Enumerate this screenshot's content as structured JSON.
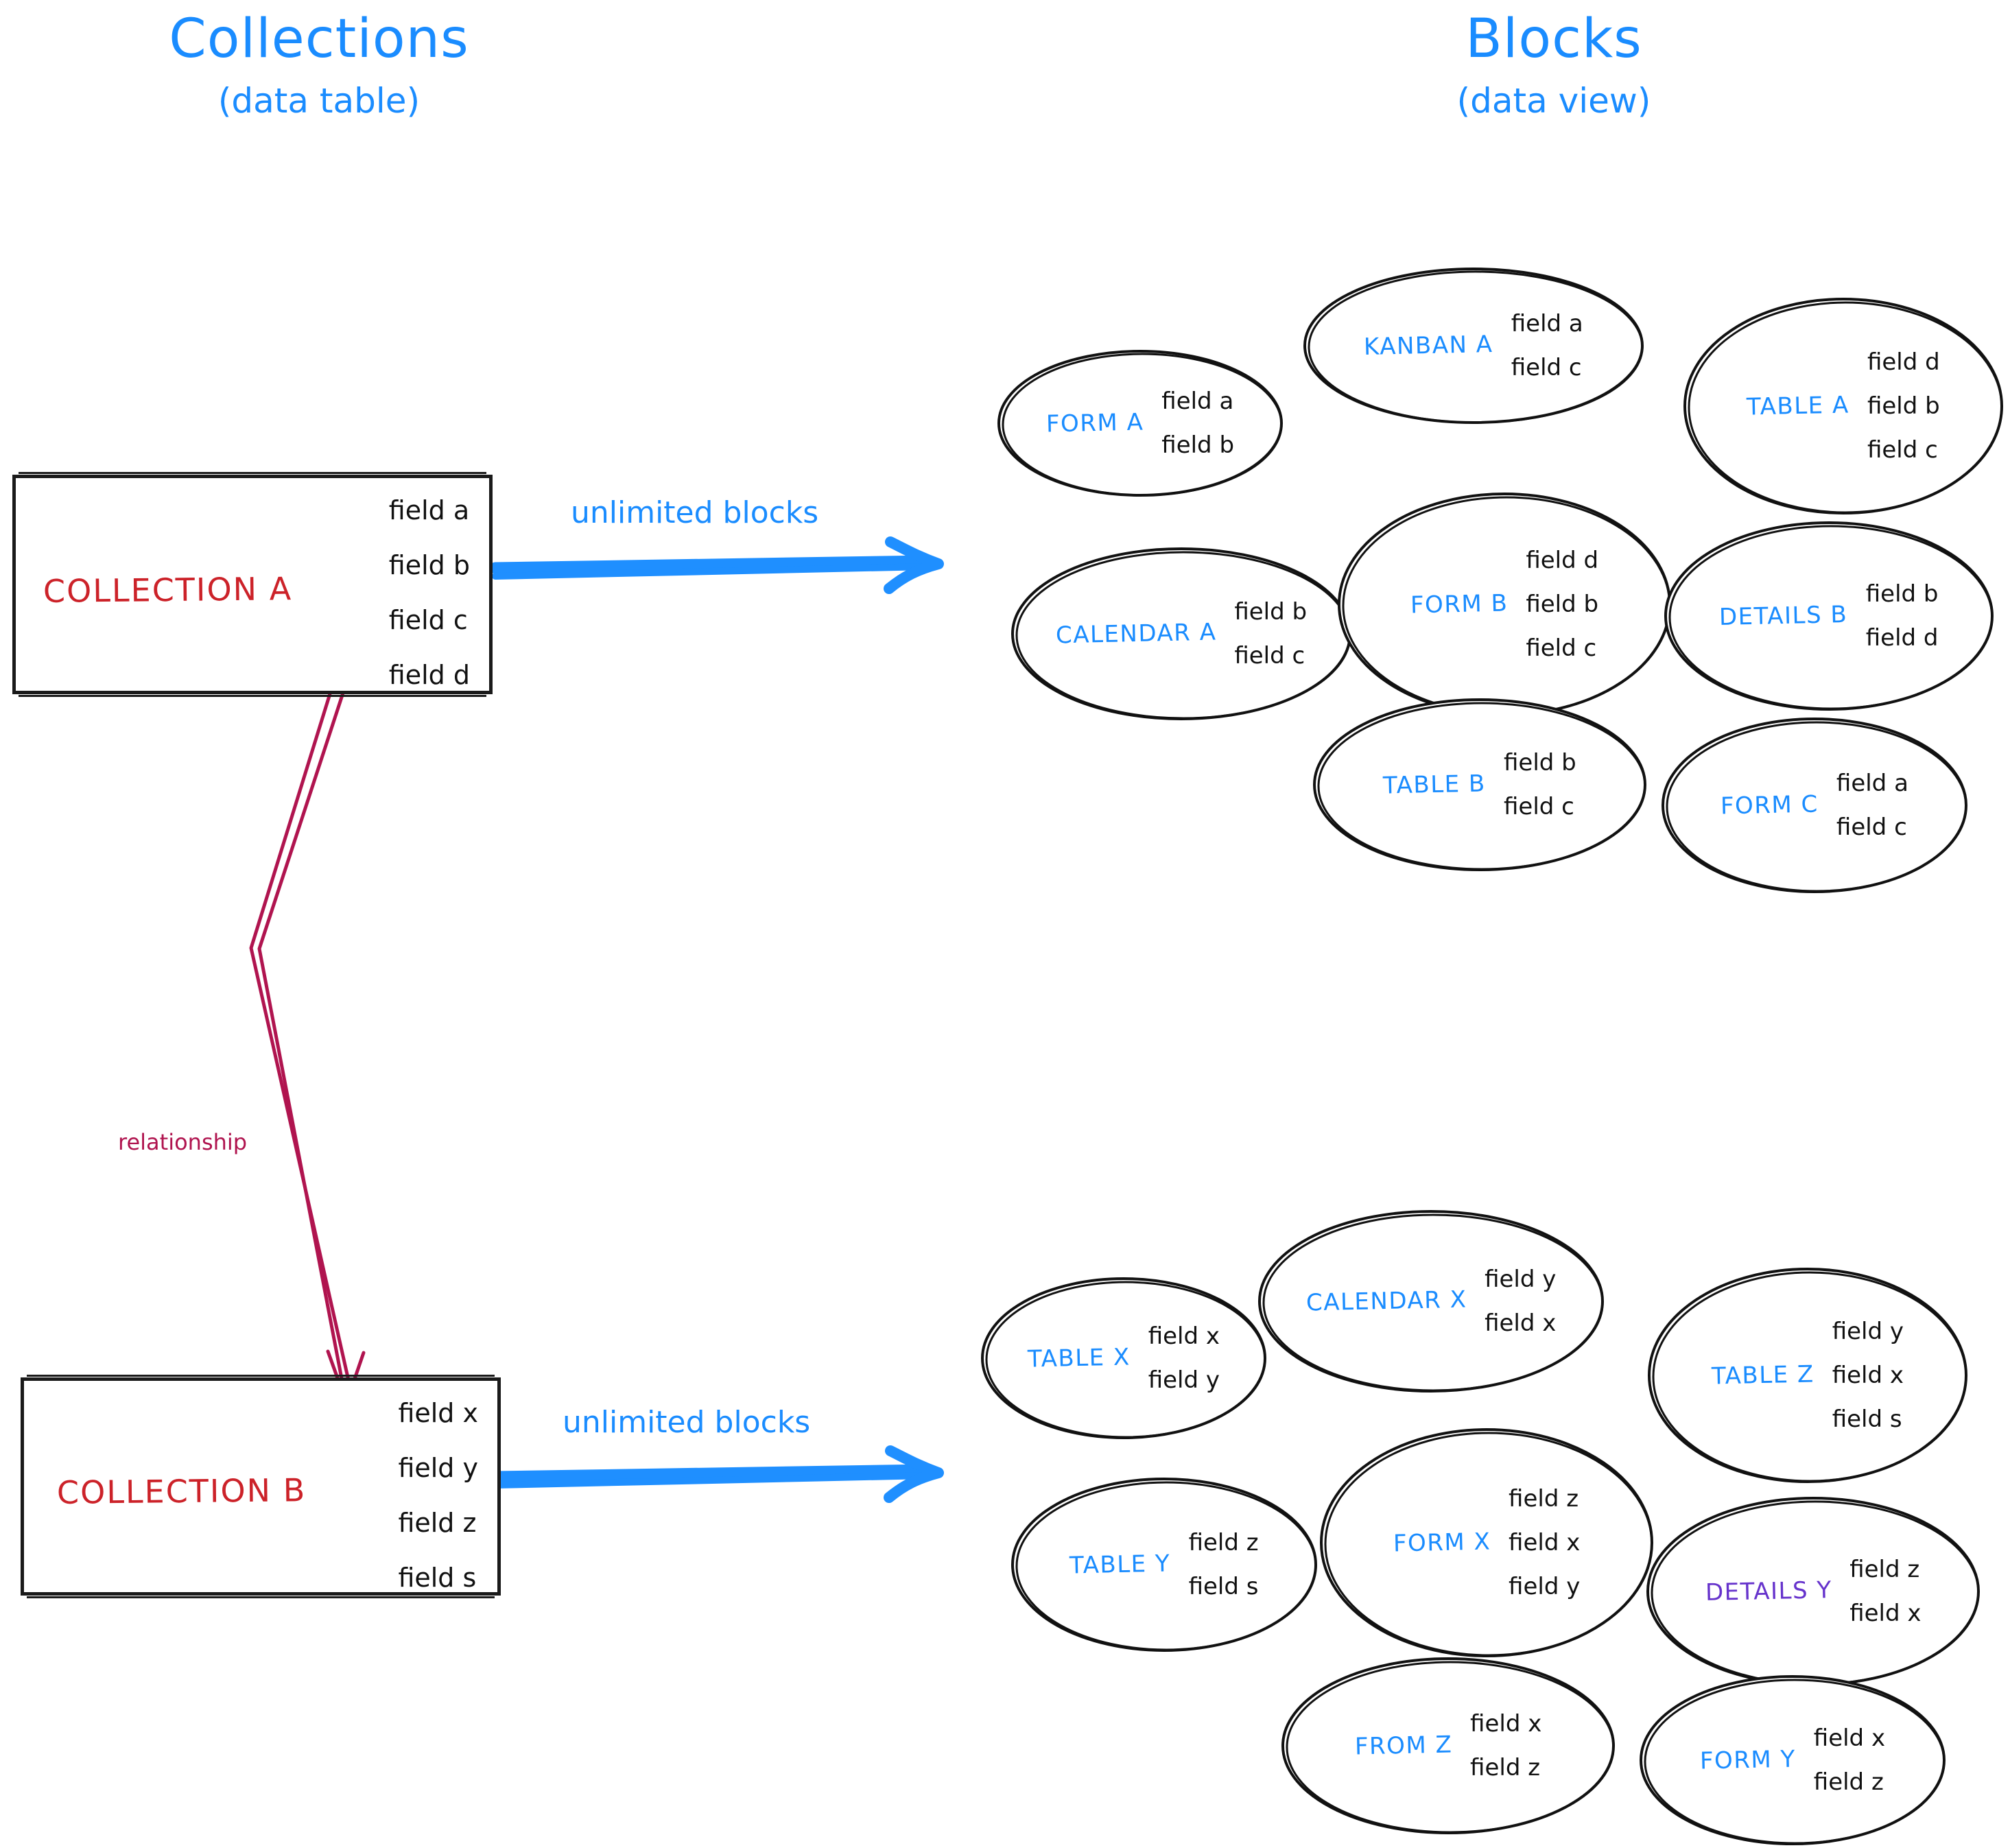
{
  "titles": {
    "left": {
      "main": "Collections",
      "sub": "(data table)"
    },
    "right": {
      "main": "Blocks",
      "sub": "(data view)"
    }
  },
  "colors": {
    "accent_blue": "#1a8cff",
    "collection_red": "#cc2229",
    "relationship_crimson": "#b0144f",
    "details_purple": "#6633cc",
    "ink_black": "#111111"
  },
  "arrows": {
    "top_label": "unlimited blocks",
    "bottom_label": "unlimited blocks",
    "relationship_label": "relationship"
  },
  "collections": [
    {
      "id": "collection-a",
      "name": "COLLECTION A",
      "fields": [
        "field a",
        "field b",
        "field c",
        "field d"
      ]
    },
    {
      "id": "collection-b",
      "name": "COLLECTION B",
      "fields": [
        "field x",
        "field y",
        "field z",
        "field s"
      ]
    }
  ],
  "blocks_a": [
    {
      "id": "form-a",
      "label": "FORM A",
      "label_color": "blue",
      "fields": [
        "field a",
        "field b"
      ]
    },
    {
      "id": "kanban-a",
      "label": "KANBAN A",
      "label_color": "blue",
      "fields": [
        "field a",
        "field c"
      ]
    },
    {
      "id": "table-a",
      "label": "TABLE A",
      "label_color": "blue",
      "fields": [
        "field d",
        "field b",
        "field c"
      ]
    },
    {
      "id": "calendar-a",
      "label": "CALENDAR A",
      "label_color": "blue",
      "fields": [
        "field b",
        "field c"
      ]
    },
    {
      "id": "form-b",
      "label": "FORM B",
      "label_color": "blue",
      "fields": [
        "field d",
        "field b",
        "field c"
      ]
    },
    {
      "id": "details-b",
      "label": "DETAILS B",
      "label_color": "blue",
      "fields": [
        "field b",
        "field d"
      ]
    },
    {
      "id": "table-b",
      "label": "TABLE B",
      "label_color": "blue",
      "fields": [
        "field b",
        "field c"
      ]
    },
    {
      "id": "form-c",
      "label": "FORM C",
      "label_color": "blue",
      "fields": [
        "field a",
        "field c"
      ]
    }
  ],
  "blocks_b": [
    {
      "id": "table-x",
      "label": "TABLE X",
      "label_color": "blue",
      "fields": [
        "field x",
        "field y"
      ]
    },
    {
      "id": "calendar-x",
      "label": "CALENDAR X",
      "label_color": "blue",
      "fields": [
        "field y",
        "field x"
      ]
    },
    {
      "id": "table-z",
      "label": "TABLE Z",
      "label_color": "blue",
      "fields": [
        "field y",
        "field x",
        "field s"
      ]
    },
    {
      "id": "table-y",
      "label": "TABLE Y",
      "label_color": "blue",
      "fields": [
        "field z",
        "field s"
      ]
    },
    {
      "id": "form-x",
      "label": "FORM X",
      "label_color": "blue",
      "fields": [
        "field z",
        "field x",
        "field y"
      ]
    },
    {
      "id": "details-y",
      "label": "DETAILS Y",
      "label_color": "purple",
      "fields": [
        "field z",
        "field x"
      ]
    },
    {
      "id": "from-z",
      "label": "FROM Z",
      "label_color": "blue",
      "fields": [
        "field x",
        "field z"
      ]
    },
    {
      "id": "form-y",
      "label": "FORM Y",
      "label_color": "blue",
      "fields": [
        "field x",
        "field z"
      ]
    }
  ]
}
